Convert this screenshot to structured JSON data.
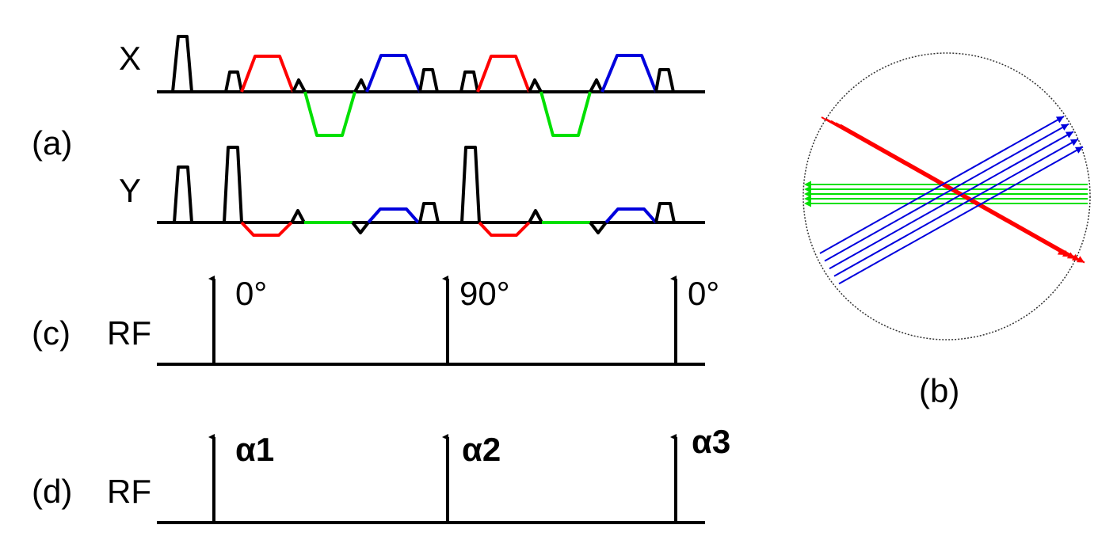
{
  "figure": {
    "panel_labels": {
      "a": "(a)",
      "b": "(b)",
      "c": "(c)",
      "d": "(d)"
    },
    "axis_labels": {
      "x": "X",
      "y": "Y",
      "rf_c": "RF",
      "rf_d": "RF"
    },
    "pulse_labels_c": [
      "0°",
      "90°",
      "0°"
    ],
    "pulse_labels_d": [
      "α1",
      "α2",
      "α3"
    ]
  },
  "colors": {
    "black": "#000000",
    "red": "#ff0000",
    "green": "#00e000",
    "blue": "#0000dd",
    "circle": "#333333"
  }
}
